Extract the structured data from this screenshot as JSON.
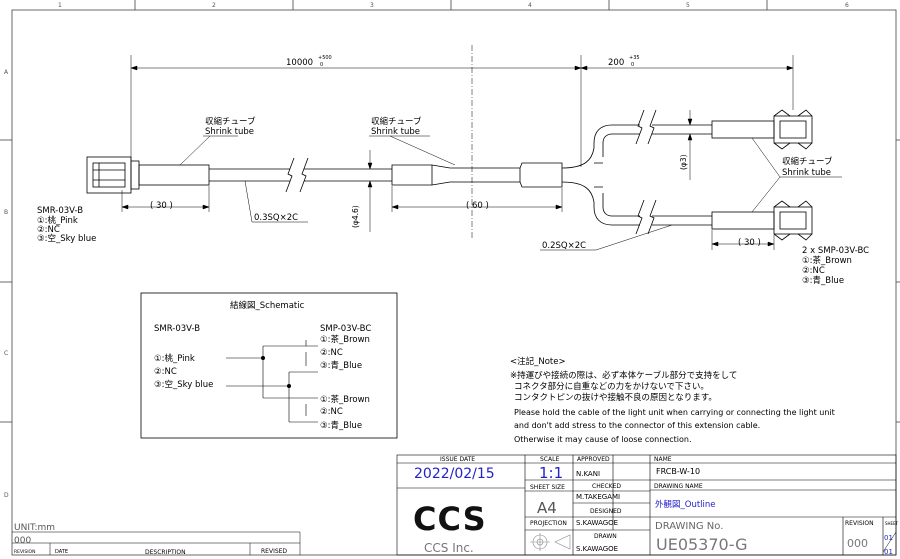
{
  "frame": {
    "col_labels": [
      "1",
      "2",
      "3",
      "4",
      "5",
      "6"
    ],
    "row_labels": [
      "A",
      "B",
      "C",
      "D"
    ]
  },
  "dims": {
    "cable_length": "10000",
    "cable_length_tol": "+500",
    "cable_length_tol_low": "0",
    "branch_length": "200",
    "branch_length_tol": "+35",
    "branch_length_tol_low": "0",
    "left_tube": "( 30 )",
    "mid_tube": "( 60 )",
    "right_tube": "( 30 )",
    "dia_main": "(φ4.6)",
    "dia_branch": "(φ3)"
  },
  "labels": {
    "tube_jp": "収縮チューブ",
    "tube_en": "Shrink tube",
    "cable_main": "0.3SQ×2C",
    "cable_branch": "0.2SQ×2C"
  },
  "left_connector": {
    "name": "SMR-03V-B",
    "pins": [
      "①:桃_Pink",
      "②:NC",
      "③:空_Sky blue"
    ]
  },
  "right_connector": {
    "name": "2 x SMP-03V-BC",
    "pins": [
      "①:茶_Brown",
      "②:NC",
      "③:青_Blue"
    ]
  },
  "schematic": {
    "title": "結線図_Schematic",
    "left_title": "SMR-03V-B",
    "right_title": "SMP-03V-BC",
    "left_pins": [
      "①:桃_Pink",
      "②:NC",
      "③:空_Sky blue"
    ],
    "right_pins_a": [
      "①:茶_Brown",
      "②:NC",
      "③:青_Blue"
    ],
    "right_pins_b": [
      "①:茶_Brown",
      "②:NC",
      "③:青_Blue"
    ]
  },
  "note": {
    "heading": "<注記_Note>",
    "lines": [
      "※持運びや接続の際は、必ず本体ケーブル部分で支持をして",
      "コネクタ部分に自重などの力をかけないで下さい。",
      "コンタクトピンの抜けや接触不良の原因となります。",
      "Please hold the cable of the light unit when carrying or connecting the light unit",
      "and don't add stress to the connector of this extension cable.",
      "Otherwise it may cause of loose connection."
    ]
  },
  "title_block": {
    "issue_date_label": "ISSUE DATE",
    "issue_date": "2022/02/15",
    "scale_label": "SCALE",
    "scale": "1:1",
    "approved_label": "APPROVED",
    "approved": "N.KANI",
    "name_label": "NAME",
    "name": "FRCB-W-10",
    "sheet_size_label": "SHEET SIZE",
    "sheet_size": "A4",
    "checked_label": "CHECKED",
    "checked": "M.TAKEGAMI",
    "drawing_name_label": "DRAWING NAME",
    "drawing_name": "外観図_Outline",
    "designed_label": "DESIGNED",
    "designed": "S.KAWAGOE",
    "projection_label": "PROJECTION",
    "drawn_label": "DRAWN",
    "drawn": "S.KAWAGOE",
    "drawing_no_label": "DRAWING No.",
    "drawing_no": "UE05370-G",
    "revision_label": "REVISION",
    "revision": "000",
    "sheet_label": "SHEET",
    "sheet_num": "01",
    "sheet_total": "01",
    "company": "CCS Inc.",
    "logo_text": "CCS"
  },
  "revision_block": {
    "unit": "UNIT:mm",
    "rev": "000",
    "revision_col": "REVISION",
    "date_col": "DATE",
    "description_col": "DESCRIPTION",
    "revised_col": "REVISED"
  }
}
